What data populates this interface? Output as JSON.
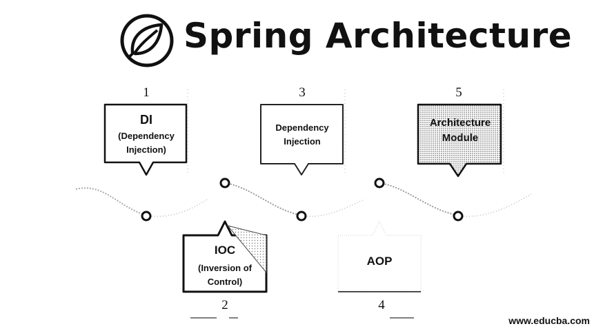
{
  "title": "Spring Architecture",
  "logo": {
    "icon": "spring-leaf-icon"
  },
  "steps": [
    {
      "number": "1",
      "label": "DI",
      "sublabel": "(Dependency Injection)"
    },
    {
      "number": "2",
      "label": "IOC",
      "sublabel": "(Inversion of Control)"
    },
    {
      "number": "3",
      "label": "Dependency Injection",
      "sublabel": ""
    },
    {
      "number": "4",
      "label": "AOP",
      "sublabel": ""
    },
    {
      "number": "5",
      "label": "Architecture Module",
      "sublabel": ""
    }
  ],
  "credit": "www.educba.com"
}
